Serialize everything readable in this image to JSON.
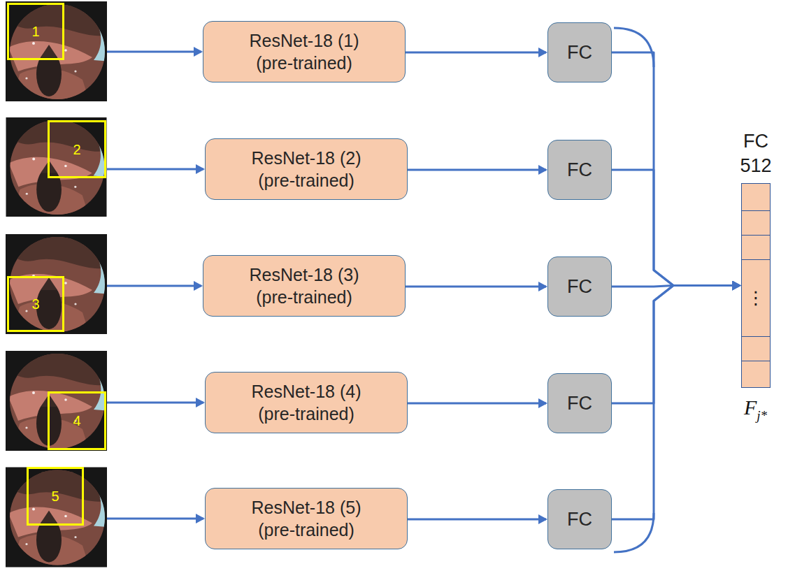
{
  "diagram": {
    "nodes": [
      {
        "text": [
          "1"
        ]
      },
      {
        "text": [
          "ResNet-18 (1)",
          "(pre-trained)"
        ]
      },
      {
        "text": [
          "FC"
        ]
      },
      {
        "text": [
          "2"
        ]
      },
      {
        "text": [
          "ResNet-18 (2)",
          "(pre-trained)"
        ]
      },
      {
        "text": [
          "FC"
        ]
      },
      {
        "text": [
          "3"
        ]
      },
      {
        "text": [
          "ResNet-18 (3)",
          "(pre-trained)"
        ]
      },
      {
        "text": [
          "FC"
        ]
      },
      {
        "text": [
          "4"
        ]
      },
      {
        "text": [
          "ResNet-18 (4)",
          "(pre-trained)"
        ]
      },
      {
        "text": [
          "FC"
        ]
      },
      {
        "text": [
          "5"
        ]
      },
      {
        "text": [
          "ResNet-18 (5)",
          "(pre-trained)"
        ]
      },
      {
        "text": [
          "FC"
        ]
      },
      {
        "text": [
          "FC 512",
          "⋮"
        ]
      }
    ],
    "edges": [
      {
        "from": 0,
        "to": 1,
        "arrow": "to"
      },
      {
        "from": 1,
        "to": 2,
        "arrow": "to"
      },
      {
        "from": 3,
        "to": 4,
        "arrow": "to"
      },
      {
        "from": 4,
        "to": 5,
        "arrow": "to"
      },
      {
        "from": 6,
        "to": 7,
        "arrow": "to"
      },
      {
        "from": 7,
        "to": 8,
        "arrow": "to"
      },
      {
        "from": 9,
        "to": 10,
        "arrow": "to"
      },
      {
        "from": 10,
        "to": 11,
        "arrow": "to"
      },
      {
        "from": 12,
        "to": 13,
        "arrow": "to"
      },
      {
        "from": 13,
        "to": 14,
        "arrow": "to"
      },
      {
        "from": 2,
        "to": 15,
        "arrow": "to"
      },
      {
        "from": 5,
        "to": 15,
        "arrow": "to"
      },
      {
        "from": 8,
        "to": 15,
        "arrow": "to"
      },
      {
        "from": 11,
        "to": 15,
        "arrow": "to"
      },
      {
        "from": 14,
        "to": 15,
        "arrow": "to"
      }
    ],
    "labels": [
      "F",
      "j*"
    ]
  }
}
